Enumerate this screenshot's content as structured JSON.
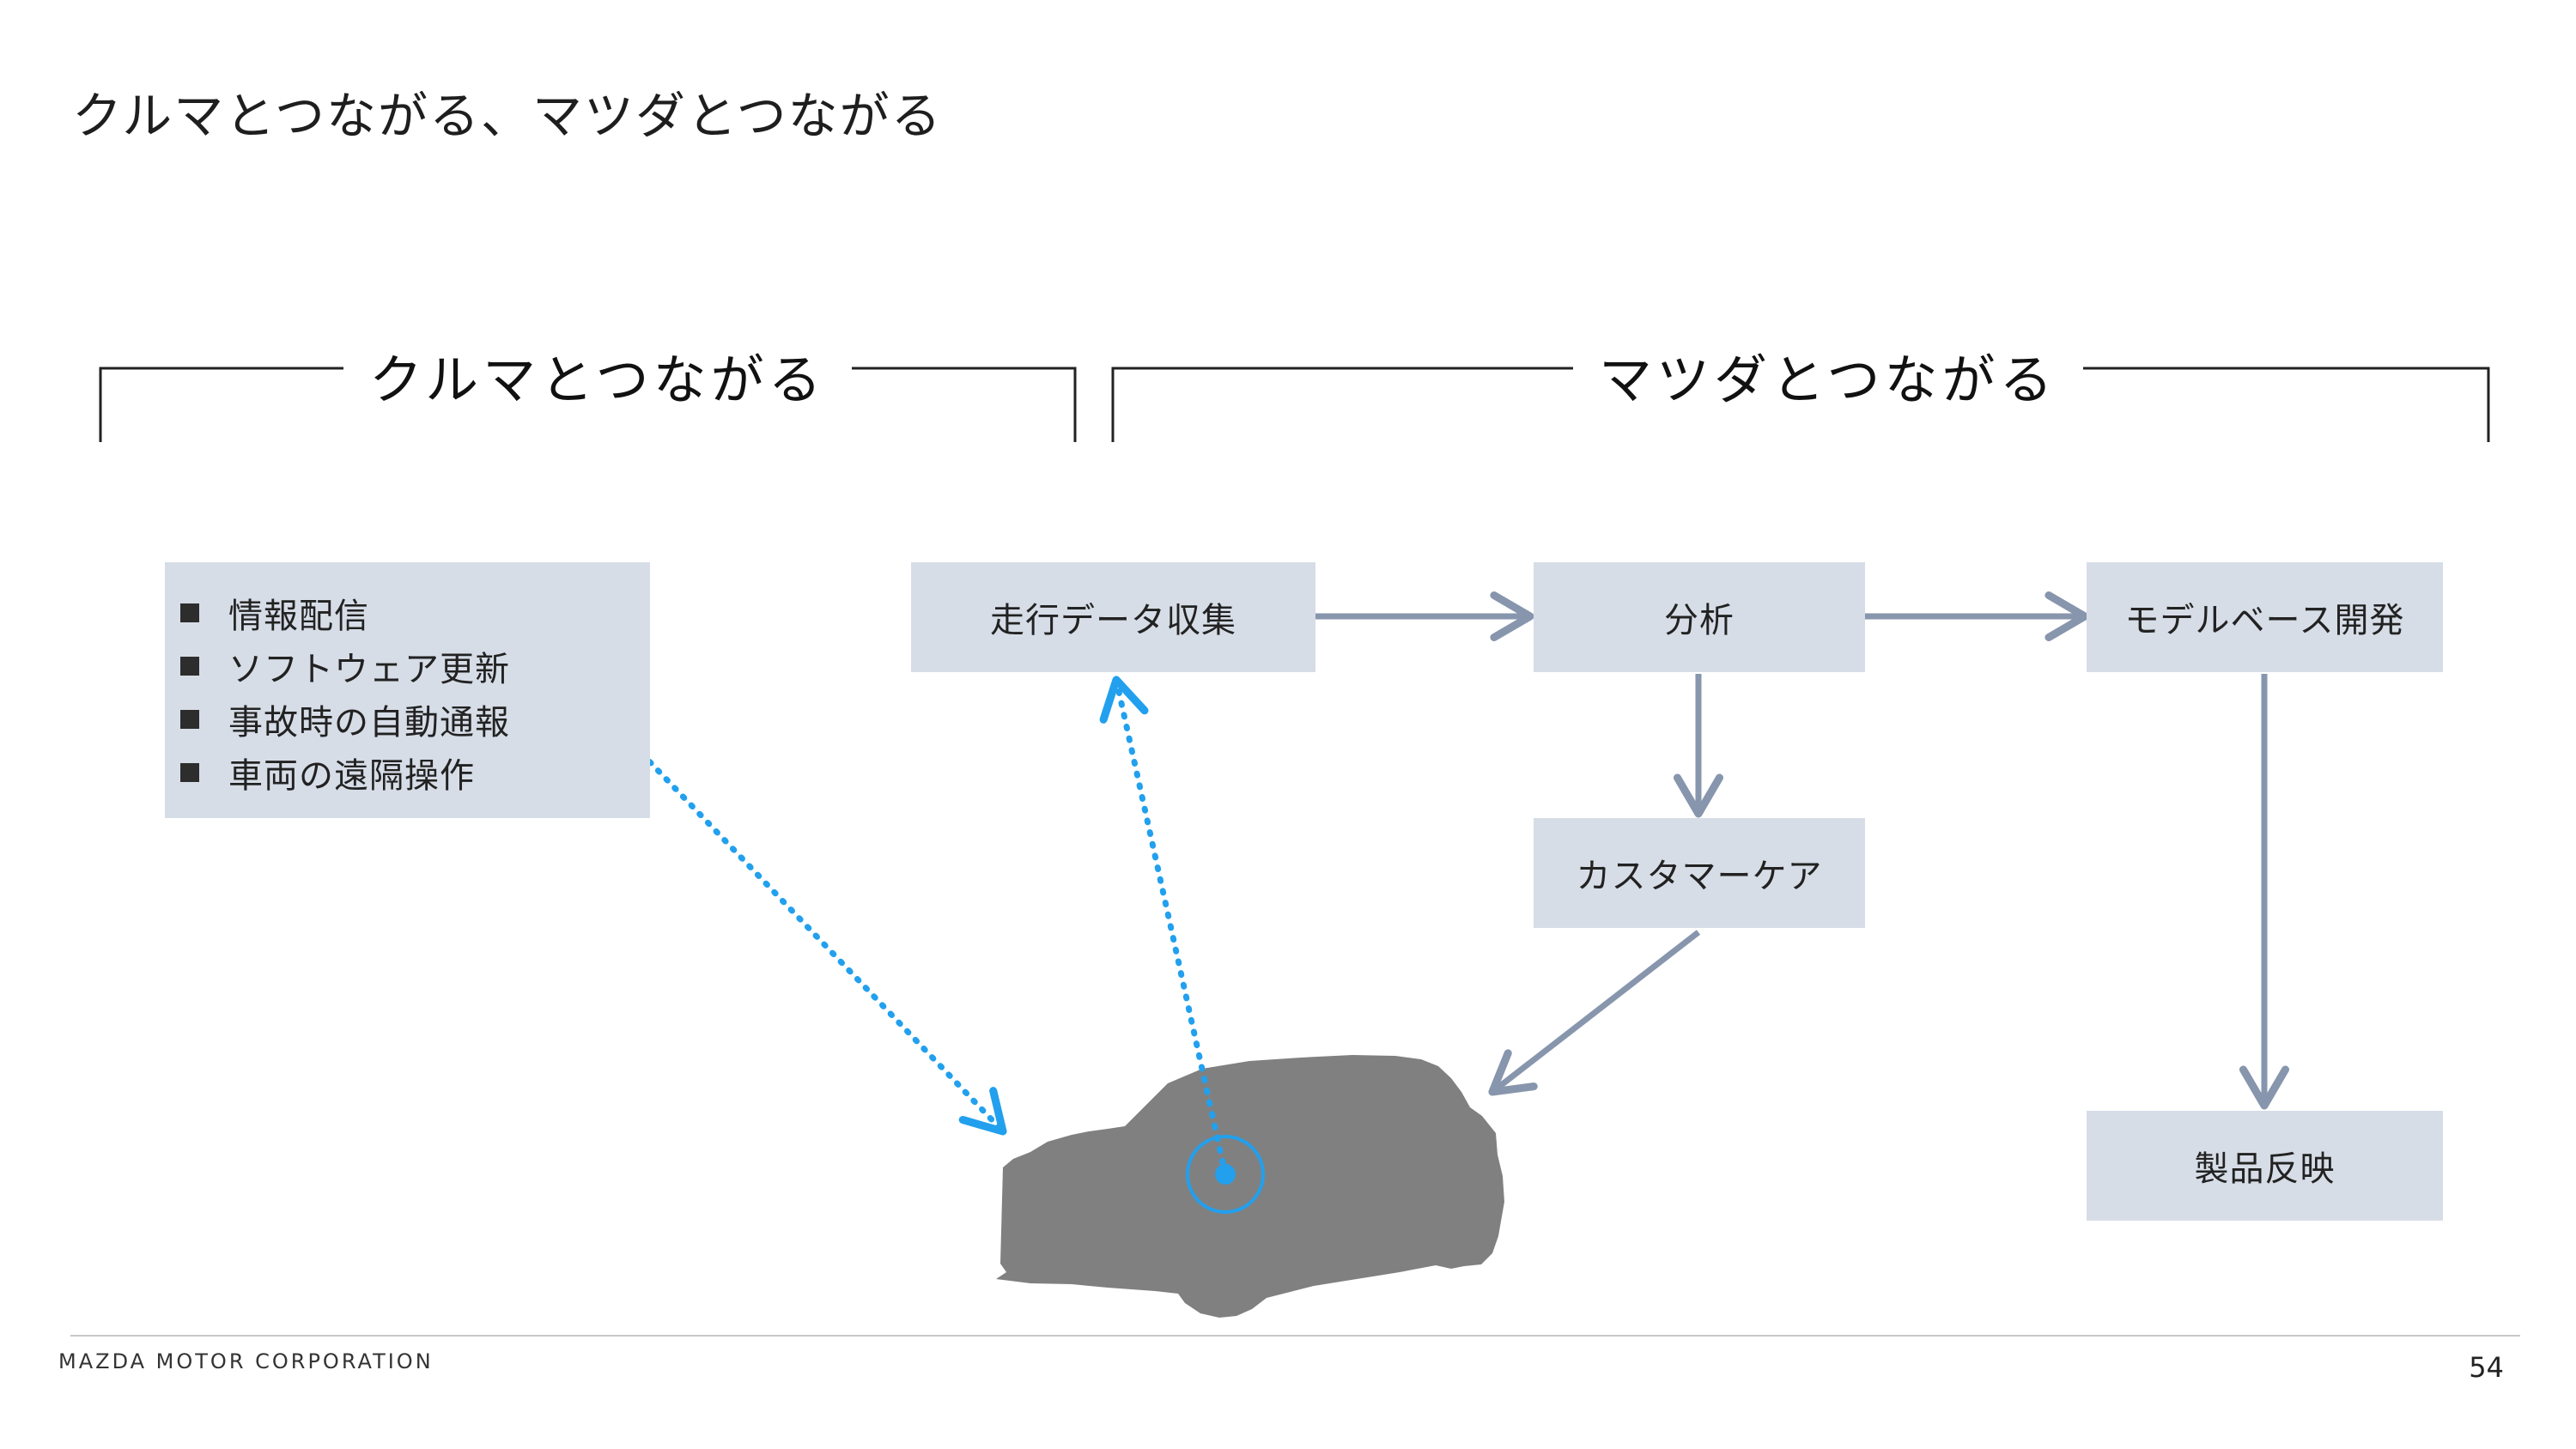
{
  "title": "クルマとつながる、マツダとつながる",
  "sections": {
    "car": {
      "label": "クルマとつながる"
    },
    "mazda": {
      "label": "マツダとつながる"
    }
  },
  "features": [
    "情報配信",
    "ソフトウェア更新",
    "事故時の自動通報",
    "車両の遠隔操作"
  ],
  "nodes": {
    "data_collection": "走行データ収集",
    "analysis": "分析",
    "model_based_dev": "モデルベース開発",
    "customer_care": "カスタマーケア",
    "product_reflection": "製品反映"
  },
  "colors": {
    "box_fill": "#d7dde7",
    "flow_arrow": "#8796ad",
    "link_dotted": "#22a0ee",
    "car_silhouette": "#808080"
  },
  "footer": {
    "company": "MAZDA MOTOR CORPORATION",
    "page": "54"
  }
}
